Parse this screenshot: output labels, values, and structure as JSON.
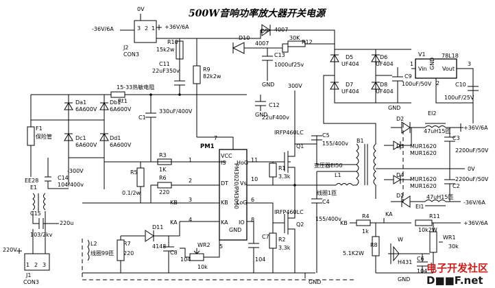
{
  "title": "500W音响功率放大器开关电源",
  "watermark": {
    "line1": "电子开发社区",
    "line2": "D■■F.net"
  },
  "components": {
    "supply_0v": "0V",
    "m36": "-36V/6A",
    "p36": "+36V/6A",
    "j2": "J2",
    "con3": "CON3",
    "d9": "D9",
    "d9v": "4007",
    "d10": "D10",
    "d10v": "4007",
    "r10": "R10",
    "r10v": "15k2w",
    "r12v": "30K",
    "r12": "R12",
    "c13": "C13",
    "c13v": "1000uf25v",
    "c11": "C11",
    "c11v": "22uF350v",
    "r9": "R9",
    "r9v": "82k2w",
    "gnd": "GND",
    "v300": "300V",
    "rt1": "Rt1",
    "rt1v": "15-33热敏电阻",
    "da1": "Da1",
    "db1": "Db1",
    "dc1": "Dc1",
    "dd1": "Dd1",
    "diode_v": "6A600V",
    "c1": "C1",
    "c1v": "330uF/400V",
    "c12": "C12",
    "c12v": "22uF400v",
    "f1": "F1",
    "f1v": "保险管",
    "ee28": "EE28",
    "e1": "E1",
    "c14": "C14",
    "c14v": "104/400v",
    "m300": "-300V",
    "c15": "C15",
    "c15v": "103/2kv",
    "c220u": "220u",
    "ac220": "220V",
    "j1": "J1",
    "con3b": "CON3",
    "pm1": "PM1",
    "chip": "PM3020/PM3060",
    "vcc": "VCC",
    "pin7": "7",
    "pin1": "1",
    "pin2": "2",
    "pin3": "3",
    "pin4": "4",
    "pin5": "5",
    "pin6": "6",
    "pin8": "8",
    "pin10": "10",
    "pin11": "11",
    "is": "IS",
    "dt": "DT",
    "kb": "KB",
    "ka": "KA",
    "hog": "HoG",
    "vs": "Vs",
    "log": "LoG",
    "io": "IO",
    "gndp": "GND",
    "r3": "R3",
    "r3v": "1K",
    "r6": "R6",
    "r6v": "220",
    "r5": "R5",
    "r5v": "0.1/2w",
    "kb_ext": "KB",
    "ka_ext": "KA",
    "d11": "D11",
    "d11v": "4148",
    "l2": "L2",
    "l2v": "线圈99匝",
    "r7": "R7",
    "r7v": "220",
    "c8": "C8",
    "c8v": "104",
    "wr2": "WR2",
    "wr2v": "10k",
    "c7": "C7",
    "c7v": "104",
    "irf": "IRFP460LC",
    "q1": "Q1",
    "q2": "Q2",
    "r1": "R1",
    "r1v": "3.3k",
    "r2": "R2",
    "r2v": "3.3k",
    "c5": "C5",
    "c5v": "155/400v",
    "c4": "C4",
    "c4v": "155/400v",
    "b1": "B1",
    "tr": "变压器EI50",
    "l1": "L1",
    "l1v": "线圈1匝",
    "d5": "D5",
    "d6": "D6",
    "d7": "D7",
    "d8": "D8",
    "uf404": "UF404",
    "c9": "C9",
    "c9v": "100uF/50V",
    "v1": "V1",
    "v1v": "78L18",
    "vin": "Vin",
    "vout": "Vout",
    "gnd_pin": "GND",
    "c10": "C10",
    "c10v": "100uF/25V",
    "n1": "1",
    "n2": "2",
    "n3": "3",
    "ei2": "EI2",
    "d2": "D2",
    "d3": "D3",
    "d4": "D4",
    "d1": "D1",
    "mur": "MUR1620",
    "ind": "47uH15匝",
    "c3": "C3",
    "c2": "C2",
    "c2200": "2200uF/50V",
    "out_p": "+36V/6A",
    "out_0": "0V",
    "out_m": "-36V/6A",
    "ei1": "EI1",
    "r4": "R4",
    "r4v": "1k",
    "kb2": "KB",
    "ka2": "KA",
    "r11": "R11",
    "r11v": "10k2W",
    "r11p": "+36V/6A",
    "wr1": "WR1",
    "wr1v": "30k",
    "r8": "R8",
    "r8v": "5.1K2W",
    "w": "W",
    "h431": "H431",
    "c6": "C6",
    "c6v": "104",
    "gnd_b": "GND"
  }
}
